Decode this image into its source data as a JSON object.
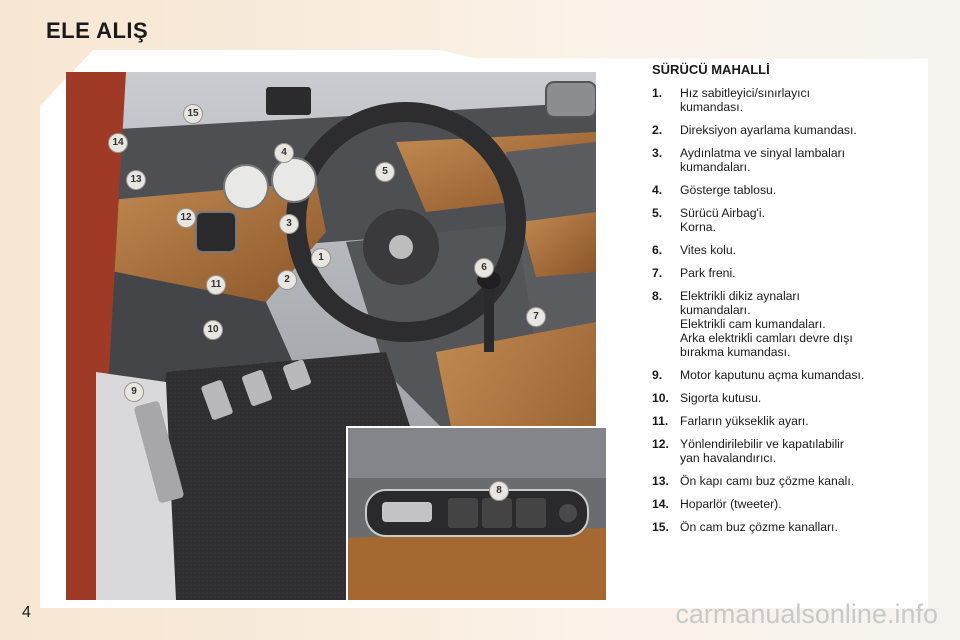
{
  "page": {
    "title": "ELE ALIŞ",
    "page_number": "4",
    "watermark": "carmanualsonline.info"
  },
  "legend": {
    "heading": "SÜRÜCÜ MAHALLİ",
    "items": [
      {
        "num": "1.",
        "text": "Hız sabitleyici/sınırlayıcı\nkumandası."
      },
      {
        "num": "2.",
        "text": "Direksiyon ayarlama kumandası."
      },
      {
        "num": "3.",
        "text": "Aydınlatma ve sinyal lambaları\nkumandaları."
      },
      {
        "num": "4.",
        "text": "Gösterge tablosu."
      },
      {
        "num": "5.",
        "text": "Sürücü Airbag'i.\nKorna."
      },
      {
        "num": "6.",
        "text": "Vites kolu."
      },
      {
        "num": "7.",
        "text": "Park freni."
      },
      {
        "num": "8.",
        "text": "Elektrikli dikiz aynaları\nkumandaları.\nElektrikli cam kumandaları.\nArka elektrikli camları devre dışı\nbırakma kumandası."
      },
      {
        "num": "9.",
        "text": "Motor kaputunu açma kumandası."
      },
      {
        "num": "10.",
        "text": "Sigorta kutusu."
      },
      {
        "num": "11.",
        "text": "Farların yükseklik ayarı."
      },
      {
        "num": "12.",
        "text": "Yönlendirilebilir ve kapatılabilir\nyan havalandırıcı."
      },
      {
        "num": "13.",
        "text": "Ön kapı camı buz çözme kanalı."
      },
      {
        "num": "14.",
        "text": "Hoparlör (tweeter)."
      },
      {
        "num": "15.",
        "text": "Ön cam buz çözme kanalları."
      }
    ]
  },
  "callouts": [
    "1",
    "2",
    "3",
    "4",
    "5",
    "6",
    "7",
    "8",
    "9",
    "10",
    "11",
    "12",
    "13",
    "14",
    "15"
  ],
  "colors": {
    "leather": "#a86a35",
    "dashboard": "#4a4a4c",
    "carpet": "#2e2e30",
    "body_red": "#9e3a26"
  }
}
